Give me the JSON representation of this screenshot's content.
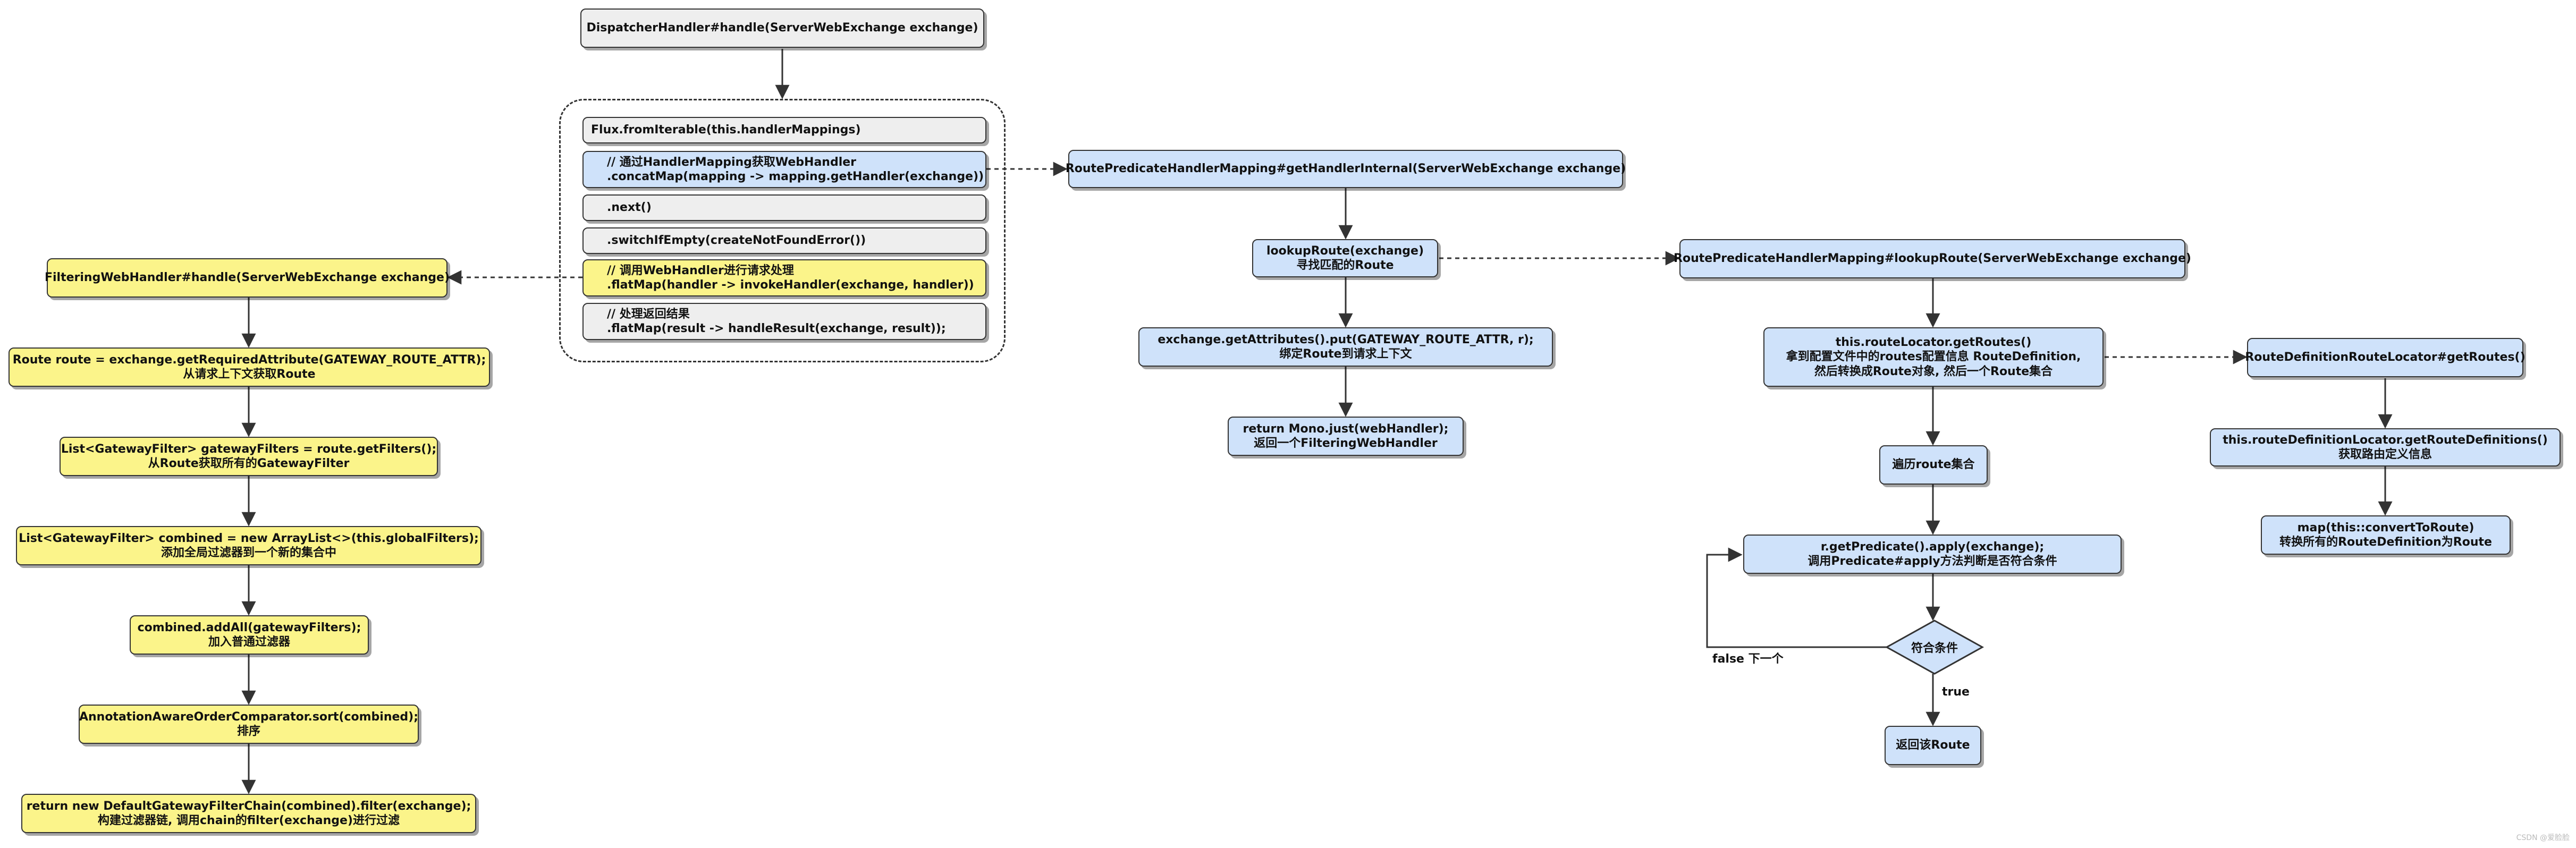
{
  "nodes": {
    "dispatcher": "DispatcherHandler#handle(ServerWebExchange exchange)",
    "flux": "Flux.fromIterable(this.handlerMappings)",
    "concat_comment": "// 通过HandlerMapping获取WebHandler",
    "concat_code": ".concatMap(mapping -> mapping.getHandler(exchange))",
    "next": ".next()",
    "switch": ".switchIfEmpty(createNotFoundError())",
    "flatmap_handler_comment": "// 调用WebHandler进行请求处理",
    "flatmap_handler_code": ".flatMap(handler -> invokeHandler(exchange, handler))",
    "flatmap_result_comment": "// 处理返回结果",
    "flatmap_result_code": ".flatMap(result -> handleResult(exchange, result));",
    "route_internal": "RoutePredicateHandlerMapping#getHandlerInternal(ServerWebExchange exchange)",
    "lookup_1": "lookupRoute(exchange)",
    "lookup_2": "寻找匹配的Route",
    "attr_1": "exchange.getAttributes().put(GATEWAY_ROUTE_ATTR, r);",
    "attr_2": "绑定Route到请求上下文",
    "mono_1": "return Mono.just(webHandler);",
    "mono_2": "返回一个FilteringWebHandler",
    "lookup_route": "RoutePredicateHandlerMapping#lookupRoute(ServerWebExchange exchange)",
    "getroutes_1": "this.routeLocator.getRoutes()",
    "getroutes_2": "拿到配置文件中的routes配置信息 RouteDefinition,",
    "getroutes_3": "然后转换成Route对象, 然后一个Route集合",
    "iterate": "遍历route集合",
    "predicate_1": "r.getPredicate().apply(exchange);",
    "predicate_2": "调用Predicate#apply方法判断是否符合条件",
    "condition": "符合条件",
    "return_route": "返回该Route",
    "rdrl": "RouteDefinitionRouteLocator#getRoutes()",
    "defs_1": "this.routeDefinitionLocator.getRouteDefinitions()",
    "defs_2": "获取路由定义信息",
    "convert_1": "map(this::convertToRoute)",
    "convert_2": "转换所有的RouteDefinition为Route",
    "filtering": "FilteringWebHandler#handle(ServerWebExchange exchange)",
    "route_attr_1": "Route route = exchange.getRequiredAttribute(GATEWAY_ROUTE_ATTR);",
    "route_attr_2": "从请求上下文获取Route",
    "filters_1": "List<GatewayFilter> gatewayFilters = route.getFilters();",
    "filters_2": "从Route获取所有的GatewayFilter",
    "combined_1": "List<GatewayFilter> combined = new ArrayList<>(this.globalFilters);",
    "combined_2": "添加全局过滤器到一个新的集合中",
    "addall_1": "combined.addAll(gatewayFilters);",
    "addall_2": "加入普通过滤器",
    "sort_1": "AnnotationAwareOrderComparator.sort(combined);",
    "sort_2": "排序",
    "chain_1": "return new DefaultGatewayFilterChain(combined).filter(exchange);",
    "chain_2": "构建过滤器链, 调用chain的filter(exchange)进行过滤"
  },
  "edge_labels": {
    "false_next": "false 下一个",
    "true": "true"
  },
  "watermark": "CSDN @爱脸脸"
}
